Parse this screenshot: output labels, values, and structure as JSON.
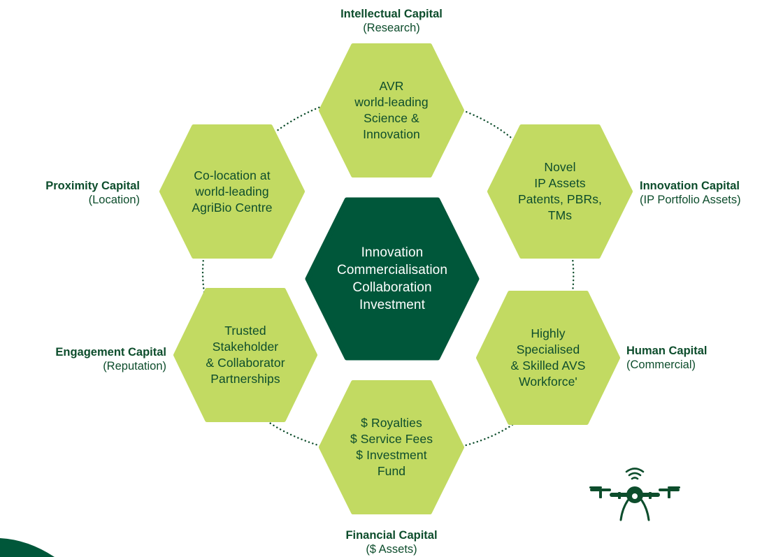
{
  "colors": {
    "hex_fill": "#c2da62",
    "center_fill": "#00573a",
    "label_text": "#0d4d2c",
    "connector": "#0d4d2c"
  },
  "center": {
    "lines": [
      "Innovation",
      "Commercialisation",
      "Collaboration",
      "Investment"
    ]
  },
  "nodes": {
    "intellectual": {
      "hex_lines": [
        "AVR",
        "world-leading",
        "Science &",
        "Innovation"
      ],
      "capital": "Intellectual Capital",
      "subtitle": "(Research)"
    },
    "innovation": {
      "hex_lines": [
        "Novel",
        "IP Assets",
        "Patents, PBRs,",
        "TMs"
      ],
      "capital": "Innovation Capital",
      "subtitle": "(IP Portfolio Assets)"
    },
    "human": {
      "hex_lines": [
        "Highly",
        "Specialised",
        "& Skilled AVS",
        "Workforce'"
      ],
      "capital": "Human Capital",
      "subtitle": "(Commercial)"
    },
    "financial": {
      "hex_lines": [
        "$ Royalties",
        "$ Service Fees",
        "$ Investment",
        "Fund"
      ],
      "capital": "Financial Capital",
      "subtitle": "($ Assets)"
    },
    "engagement": {
      "hex_lines": [
        "Trusted",
        "Stakeholder",
        "& Collaborator",
        "Partnerships"
      ],
      "capital": "Engagement Capital",
      "subtitle": "(Reputation)"
    },
    "proximity": {
      "hex_lines": [
        "Co-location at",
        "world-leading",
        "AgriBio Centre"
      ],
      "capital": "Proximity Capital",
      "subtitle": "(Location)"
    }
  },
  "icons": {
    "drone": "drone-icon",
    "corner": "corner-swoosh-decoration"
  }
}
